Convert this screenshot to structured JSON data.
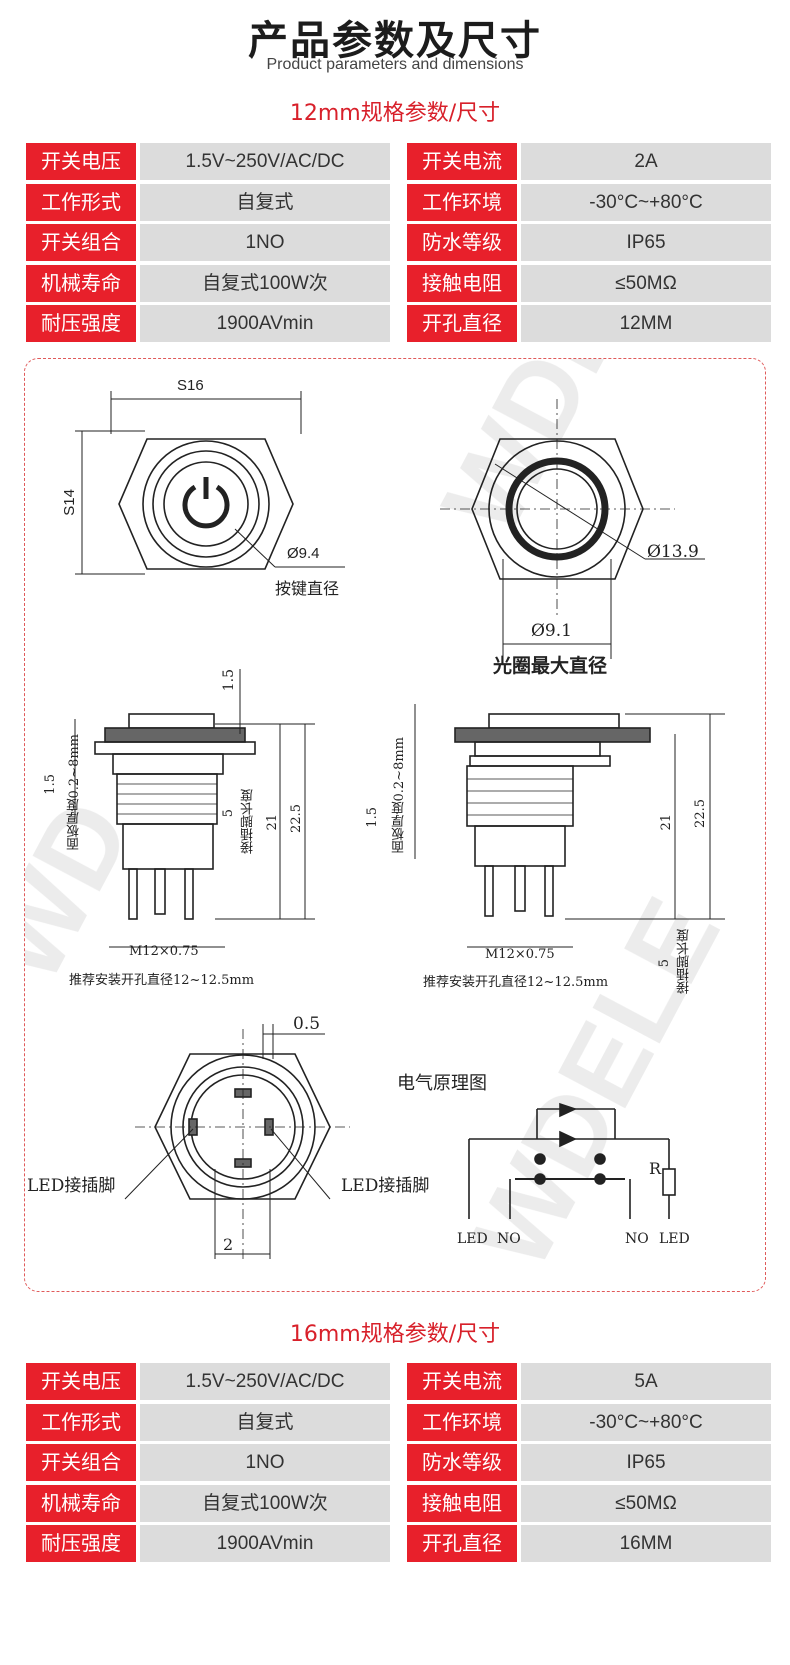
{
  "header": {
    "title": "产品参数及尺寸",
    "subtitle": "Product parameters and dimensions"
  },
  "colors": {
    "accent": "#e8202b",
    "value_bg": "#dcdcdc",
    "dash_border": "#e05a5a"
  },
  "spec12": {
    "title": "12mm规格参数/尺寸",
    "rows": [
      {
        "l1": "开关电压",
        "v1": "1.5V~250V/AC/DC",
        "l2": "开关电流",
        "v2": "2A"
      },
      {
        "l1": "工作形式",
        "v1": "自复式",
        "l2": "工作环境",
        "v2": "-30°C~+80°C"
      },
      {
        "l1": "开关组合",
        "v1": "1NO",
        "l2": "防水等级",
        "v2": "IP65"
      },
      {
        "l1": "机械寿命",
        "v1": "自复式100W次",
        "l2": "接触电阻",
        "v2": "≤50MΩ"
      },
      {
        "l1": "耐压强度",
        "v1": "1900AVmin",
        "l2": "开孔直径",
        "v2": "12MM"
      }
    ]
  },
  "spec16": {
    "title": "16mm规格参数/尺寸",
    "rows": [
      {
        "l1": "开关电压",
        "v1": "1.5V~250V/AC/DC",
        "l2": "开关电流",
        "v2": "5A"
      },
      {
        "l1": "工作形式",
        "v1": "自复式",
        "l2": "工作环境",
        "v2": "-30°C~+80°C"
      },
      {
        "l1": "开关组合",
        "v1": "1NO",
        "l2": "防水等级",
        "v2": "IP65"
      },
      {
        "l1": "机械寿命",
        "v1": "自复式100W次",
        "l2": "接触电阻",
        "v2": "≤50MΩ"
      },
      {
        "l1": "耐压强度",
        "v1": "1900AVmin",
        "l2": "开孔直径",
        "v2": "16MM"
      }
    ]
  },
  "drawing": {
    "watermark": "WDELE",
    "front_left": {
      "s16": "S16",
      "s14": "S14",
      "dia": "Ø9.4",
      "dia_label": "按键直径"
    },
    "front_right": {
      "dia_outer": "Ø13.9",
      "dia_inner": "Ø9.1",
      "ring_label": "光圈最大直径"
    },
    "side_left": {
      "d15": "1.5",
      "panel": "面板厚度0.2~8mm",
      "d15b": "1.5",
      "d5": "5",
      "pin_len": "接插脚长度",
      "d21": "21",
      "d225": "22.5",
      "thread": "M12×0.75",
      "hole": "推荐安装开孔直径12~12.5mm"
    },
    "side_right": {
      "d15": "1.5",
      "panel": "面板厚度0.2~8mm",
      "d21": "21",
      "d225": "22.5",
      "d5": "5",
      "pin_len": "接插脚长度",
      "thread": "M12×0.75",
      "hole": "推荐安装开孔直径12~12.5mm"
    },
    "back": {
      "d05": "0.5",
      "d2": "2",
      "led_left": "LED接插脚",
      "led_right": "LED接插脚"
    },
    "schematic": {
      "title": "电气原理图",
      "r": "R",
      "led1": "LED",
      "no1": "NO",
      "no2": "NO",
      "led2": "LED"
    }
  }
}
